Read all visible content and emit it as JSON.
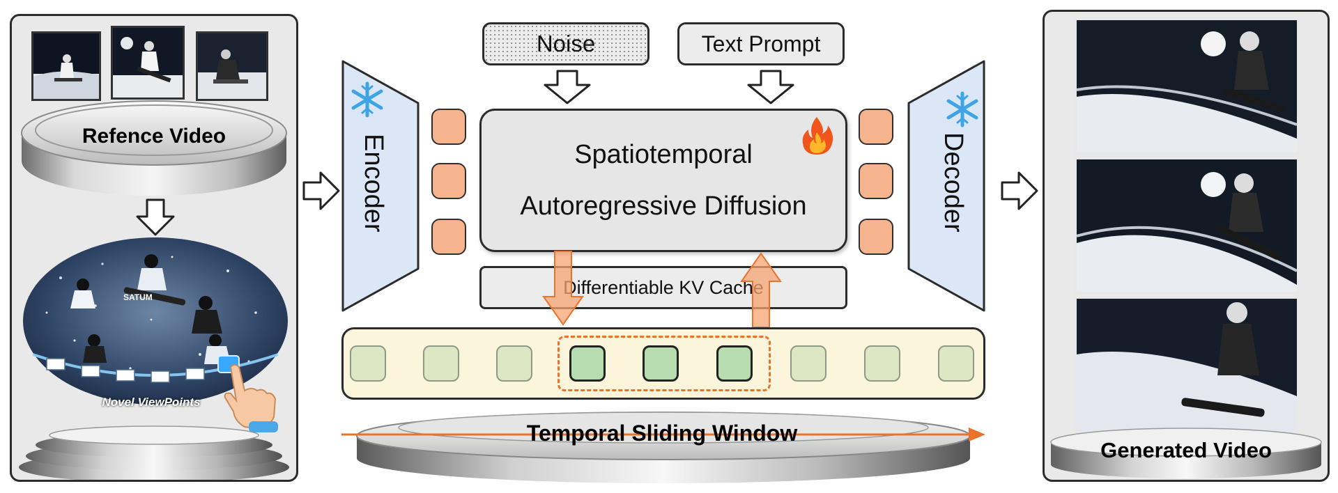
{
  "left_panel": {
    "reference_label": "Refence Video",
    "novel_label": "Novel ViewPoints",
    "board_text": "SATUM"
  },
  "center": {
    "noise_label": "Noise",
    "text_prompt_label": "Text Prompt",
    "encoder_label": "Encoder",
    "decoder_label": "Decoder",
    "diffusion_line1": "Spatiotemporal",
    "diffusion_line2": "Autoregressive Diffusion",
    "kv_cache_label": "Differentiable KV Cache",
    "sliding_window_label": "Temporal Sliding Window"
  },
  "right_panel": {
    "generated_label": "Generated Video"
  },
  "icons": {
    "frozen": "snowflake-icon",
    "trainable": "fire-icon",
    "interaction": "pointing-hand-icon"
  },
  "colors": {
    "encoder_fill": "#dbe7f6",
    "token_orange": "#f6b48e",
    "token_green_light": "#dde7c3",
    "token_green_active": "#b7dcb0",
    "window_band": "#fbf5dc",
    "accent_orange": "#e8732a"
  }
}
